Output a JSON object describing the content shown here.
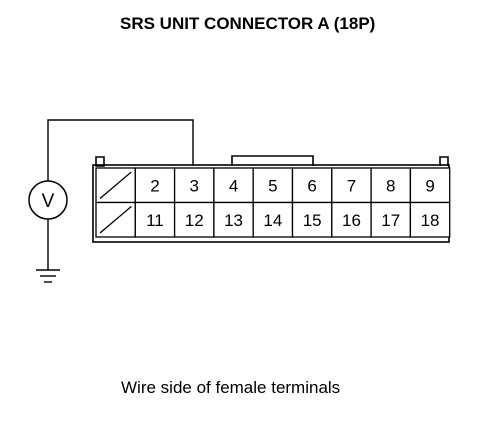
{
  "title": "SRS UNIT CONNECTOR A (18P)",
  "caption": "Wire side of female terminals",
  "voltmeter": {
    "symbol": "V",
    "icon": "voltmeter-icon"
  },
  "ground": {
    "icon": "ground-icon"
  },
  "connector": {
    "probe_terminal": "3",
    "rows": [
      [
        "",
        "2",
        "3",
        "4",
        "5",
        "6",
        "7",
        "8",
        "9"
      ],
      [
        "",
        "11",
        "12",
        "13",
        "14",
        "15",
        "16",
        "17",
        "18"
      ]
    ],
    "blank_cells": [
      [
        0,
        0
      ],
      [
        1,
        0
      ]
    ]
  }
}
